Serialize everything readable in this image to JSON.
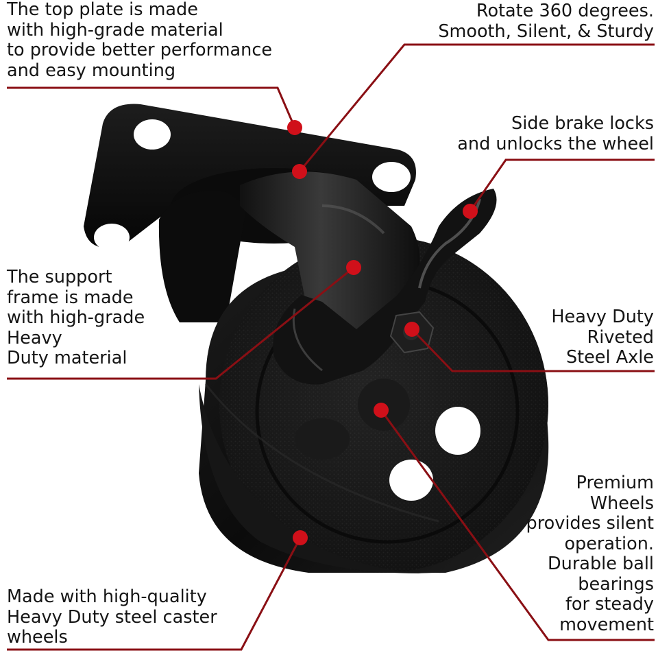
{
  "callouts": {
    "top_plate": "The top plate is made\nwith high-grade material\nto provide better performance\nand easy mounting",
    "rotate": "Rotate 360 degrees.\nSmooth, Silent, & Sturdy",
    "side_brake": "Side brake locks\nand unlocks the wheel",
    "support_frame": "The support\nframe is made\nwith high-grade\nHeavy\nDuty material",
    "axle": "Heavy Duty\nRiveted\nSteel Axle",
    "premium_wheels": "Premium\nWheels\nprovides silent\noperation.\nDurable ball\nbearings\nfor steady\nmovement",
    "steel_wheels": "Made with high-quality\nHeavy Duty steel caster\nwheels"
  },
  "colors": {
    "leader_line": "#8a0f14",
    "marker_dot": "#d0101a",
    "caster_body": "#0d0d0d",
    "text": "#151515"
  }
}
